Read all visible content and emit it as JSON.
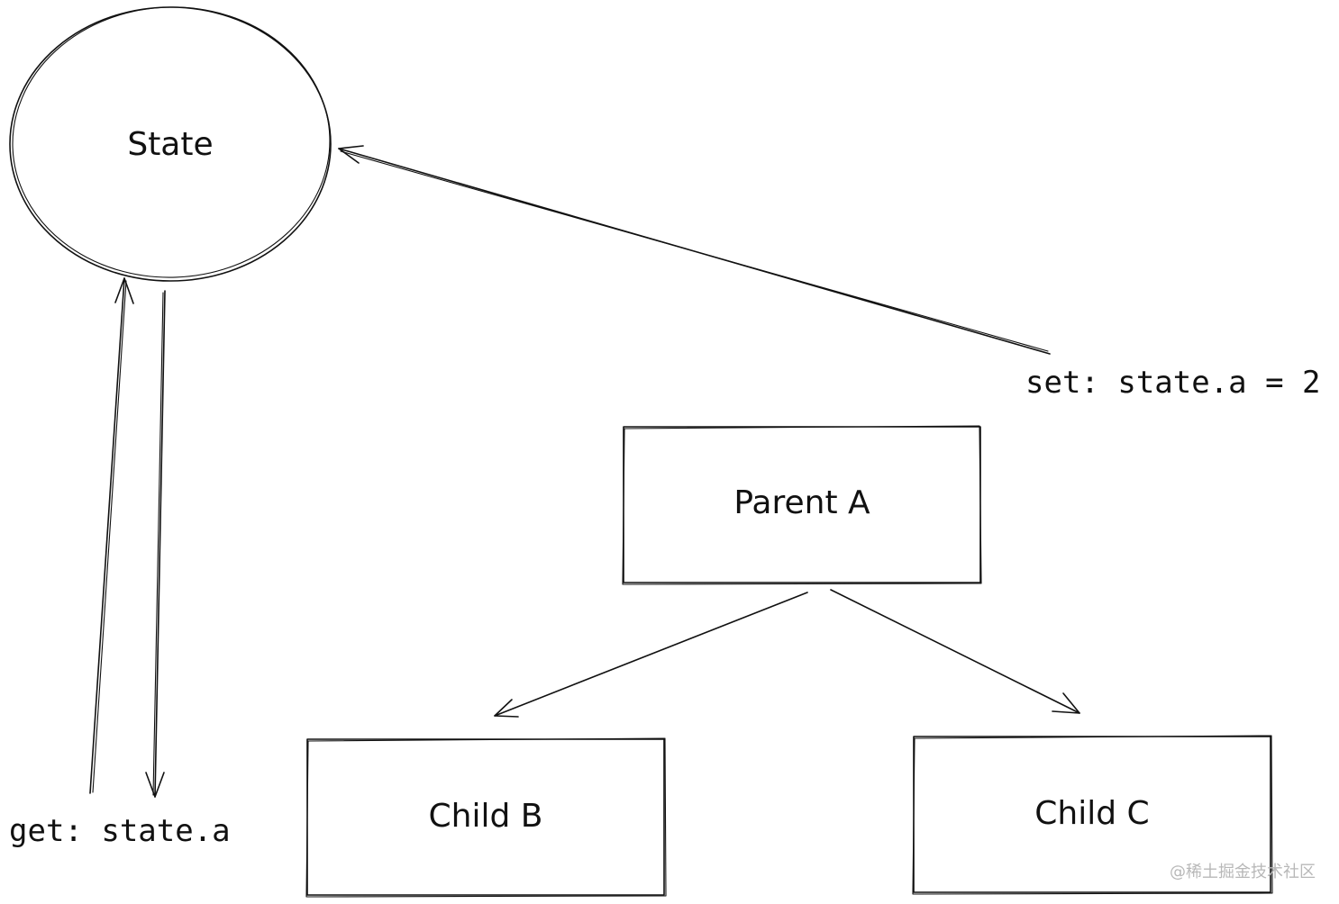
{
  "nodes": {
    "state": {
      "label": "State"
    },
    "parent": {
      "label": "Parent A"
    },
    "child_b": {
      "label": "Child B"
    },
    "child_c": {
      "label": "Child C"
    }
  },
  "annotations": {
    "set": "set:  state.a = 2",
    "get": "get:  state.a"
  },
  "watermark": "@稀土掘金技术社区",
  "colors": {
    "ink": "#111111",
    "background": "#ffffff",
    "watermark": "#b8b8b8"
  }
}
